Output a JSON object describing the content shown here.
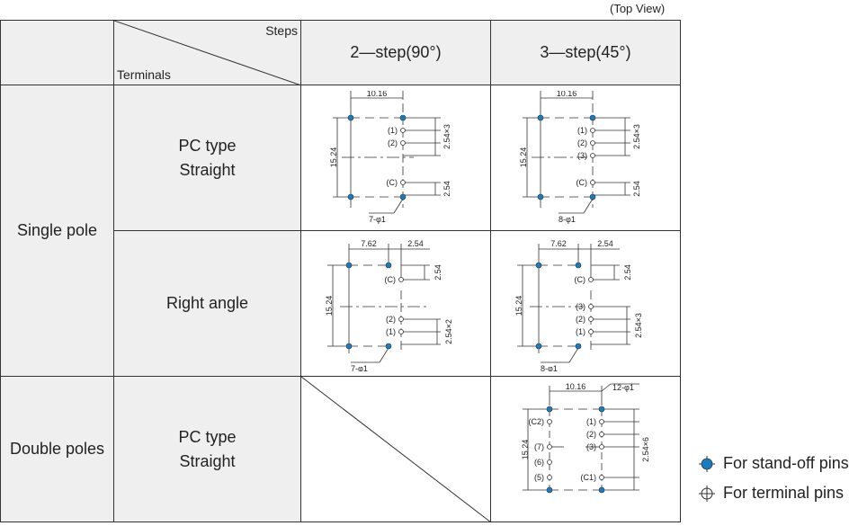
{
  "top_view": "(Top View)",
  "header": {
    "steps": "Steps",
    "terminals": "Terminals",
    "col_2step": "2—step(90°)",
    "col_3step": "3—step(45°)"
  },
  "rows": {
    "single_pole": "Single pole",
    "double_poles": "Double poles",
    "pc_type_line1": "PC type",
    "pc_type_line2": "Straight",
    "right_angle": "Right angle"
  },
  "dims": {
    "d1016": "10.16",
    "d1524": "15.24",
    "d762": "7.62",
    "d254": "2.54",
    "d254x2": "2.54×2",
    "d254x3": "2.54×3",
    "d254x6": "2.54×6",
    "pins7": "7-φ1",
    "pins8": "8-φ1",
    "pins12": "12-φ1"
  },
  "pins": {
    "c": "(C)",
    "p1": "(1)",
    "p2": "(2)",
    "p3": "(3)",
    "p5": "(5)",
    "p6": "(6)",
    "p7": "(7)",
    "c1": "(C1)",
    "c2": "(C2)"
  },
  "legend": {
    "standoff": "For stand-off pins",
    "terminal": "For terminal pins"
  },
  "colors": {
    "standoff": "#1a7bbf",
    "line": "#333333",
    "gray_cell": "#efefef"
  }
}
